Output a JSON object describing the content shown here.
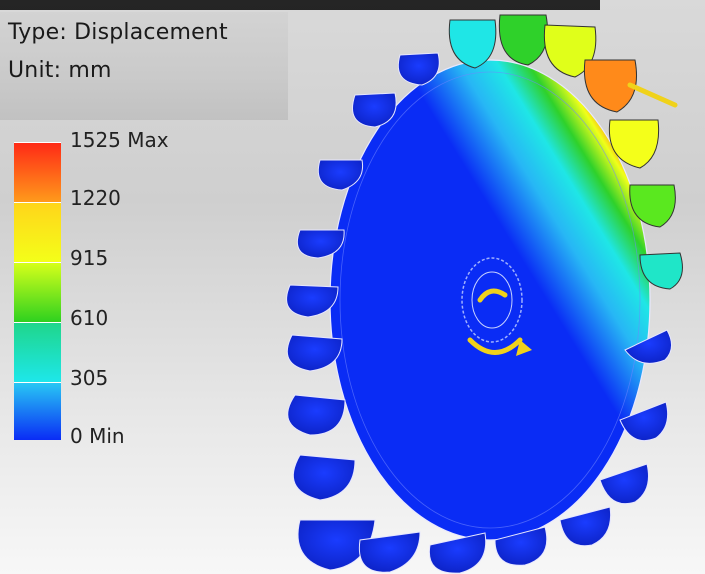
{
  "result": {
    "type_text": "Type: Displacement",
    "unit_text": "Unit: mm"
  },
  "legend": {
    "levels": [
      "1525 Max",
      "1220",
      "915",
      "610",
      "305",
      "0 Min"
    ],
    "band_colors": [
      "#ff3a18",
      "#ffe617",
      "#3fcf1f",
      "#1fd6b8",
      "#2fb5f0",
      "#0a2cf5"
    ]
  },
  "colors": {
    "model_base": "#0a2cf5",
    "arrow": "#f0d21a"
  }
}
